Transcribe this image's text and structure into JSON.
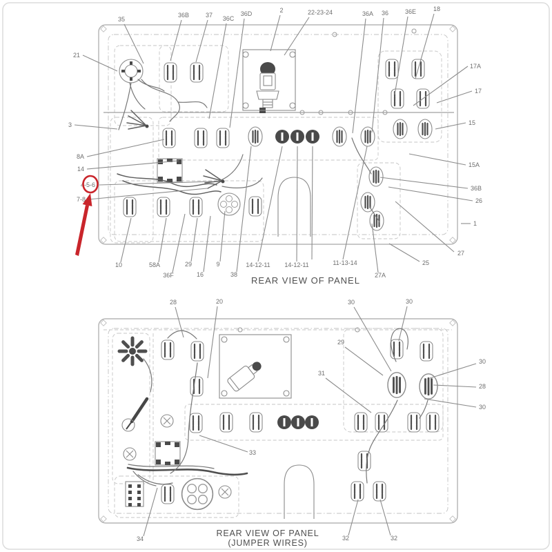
{
  "colors": {
    "accent_red": "#c9252b",
    "leader_line_gray": "#8b8b8b",
    "panel_outline_gray": "#a6a6a6",
    "component_dark": "#4a4a4a",
    "label_text": "#6e6e6e",
    "caption_text": "#4e4e4e"
  },
  "top_diagram": {
    "caption": "REAR VIEW OF PANEL",
    "callouts": [
      "35",
      "36B",
      "37",
      "36C",
      "36D",
      "2",
      "22-23-24",
      "36A",
      "36",
      "36E",
      "18",
      "21",
      "17A",
      "17",
      "3",
      "15",
      "8A",
      "14",
      "15A",
      "4-5-6",
      "36B",
      "26",
      "7-8",
      "1",
      "27",
      "25",
      "10",
      "58A",
      "36F",
      "29",
      "16",
      "9",
      "38",
      "14-12-11",
      "14-12-11",
      "11-13-14",
      "27A"
    ],
    "highlight": {
      "target_callout": "4-5-6",
      "color": "#c9252b"
    }
  },
  "bottom_diagram": {
    "caption_line1": "REAR VIEW OF PANEL",
    "caption_line2": "(JUMPER WIRES)",
    "callouts": [
      "28",
      "20",
      "30",
      "30",
      "29",
      "31",
      "30",
      "28",
      "30",
      "33",
      "34",
      "32",
      "32"
    ]
  }
}
